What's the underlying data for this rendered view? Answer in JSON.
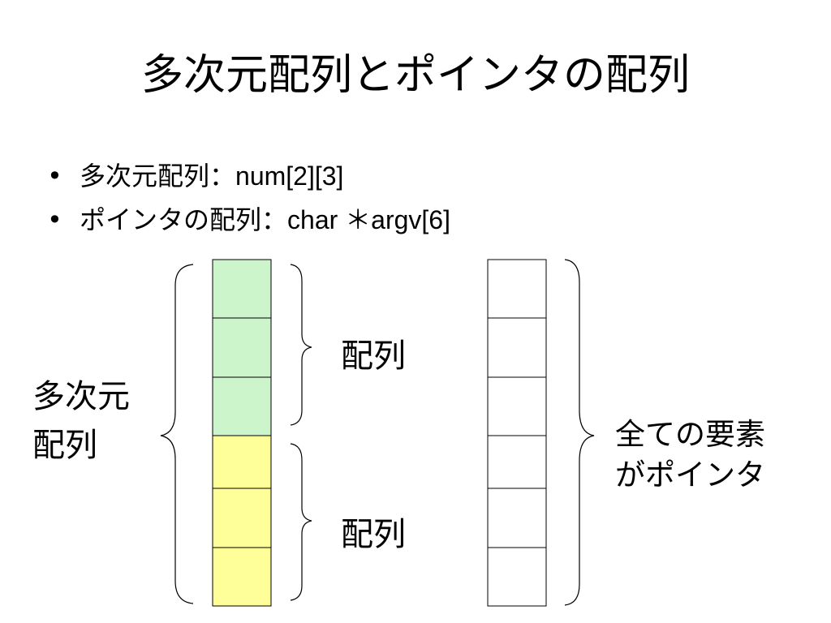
{
  "title": "多次元配列とポインタの配列",
  "bullets": [
    {
      "marker": "•",
      "label": "多次元配列：",
      "code": "num[2][3]"
    },
    {
      "marker": "•",
      "label": "ポインタの配列：",
      "code": "char ＊argv[6]"
    }
  ],
  "diagram": {
    "left_label_line1": "多次元",
    "left_label_line2": "配列",
    "upper_group_label": "配列",
    "lower_group_label": "配列",
    "right_label_line1": "全ての要素",
    "right_label_line2": "がポインタ"
  },
  "colors": {
    "cell_green": "#ccf5cc",
    "cell_yellow": "#ffff99",
    "cell_white": "#ffffff",
    "line": "#000000"
  }
}
